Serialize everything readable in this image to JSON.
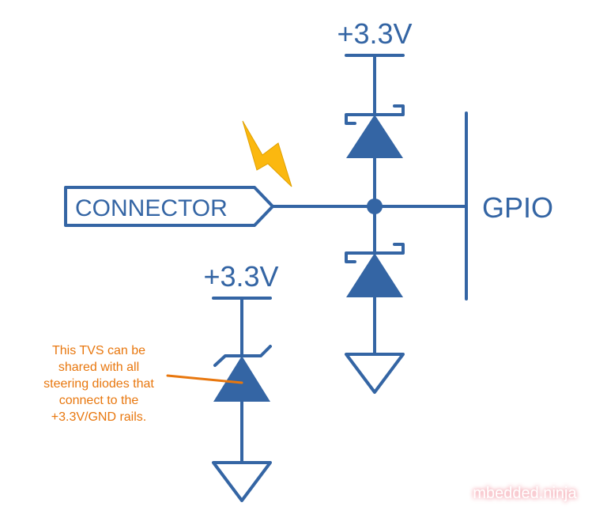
{
  "diagram": {
    "title": "TVS diode with steering diodes protecting a GPIO pin",
    "colors": {
      "wire": "#3465a4",
      "lightning": "#fbb80f",
      "annotation": "#e8770e",
      "watermark_glow": "#f4a6b0"
    },
    "labels": {
      "supply_top": "+3.3V",
      "supply_tvs": "+3.3V",
      "connector": "CONNECTOR",
      "gpio": "GPIO"
    },
    "annotation": {
      "lines": [
        "This TVS can be",
        "shared with all",
        "steering diodes that",
        "connect to the",
        "+3.3V/GND rails."
      ]
    },
    "components": [
      {
        "type": "steering-diode",
        "position": "upper",
        "connects": [
          "signal-node",
          "+3.3V"
        ]
      },
      {
        "type": "steering-diode",
        "position": "lower",
        "connects": [
          "GND",
          "signal-node"
        ]
      },
      {
        "type": "tvs-diode",
        "connects": [
          "GND",
          "+3.3V"
        ]
      },
      {
        "type": "ground",
        "count": 2
      },
      {
        "type": "esd-event",
        "icon": "lightning-bolt"
      }
    ],
    "watermark": "mbedded.ninja"
  }
}
